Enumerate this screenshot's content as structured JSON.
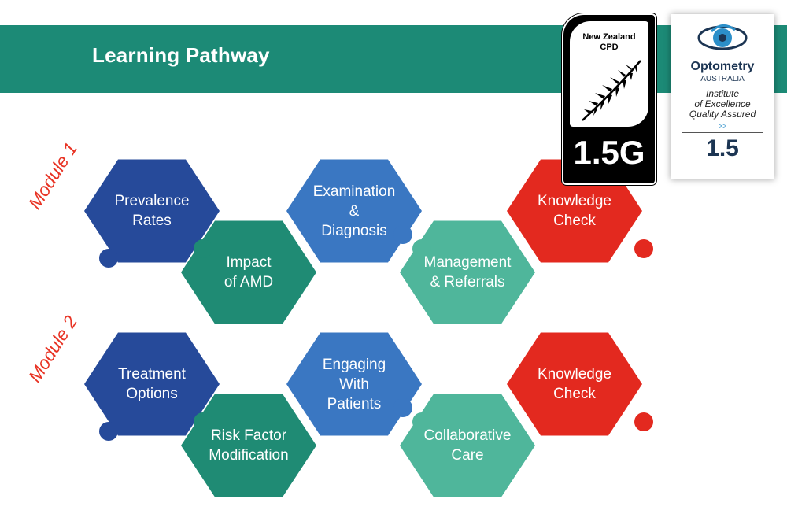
{
  "header": {
    "title": "Learning Pathway"
  },
  "colors": {
    "header_band": "#1c8a76",
    "navy": "#264a9a",
    "teal": "#1f8b74",
    "blue": "#3a77c2",
    "mint": "#4fb69b",
    "red": "#e3291f",
    "module_label": "#e83324"
  },
  "modules": [
    {
      "label": "Module 1",
      "steps": [
        {
          "label": "Prevalence\nRates",
          "color": "navy"
        },
        {
          "label": "Impact\nof AMD",
          "color": "teal"
        },
        {
          "label": "Examination\n&\nDiagnosis",
          "color": "blue"
        },
        {
          "label": "Management\n& Referrals",
          "color": "mint"
        },
        {
          "label": "Knowledge\nCheck",
          "color": "red"
        }
      ]
    },
    {
      "label": "Module 2",
      "steps": [
        {
          "label": "Treatment\nOptions",
          "color": "navy"
        },
        {
          "label": "Risk Factor\nModification",
          "color": "teal"
        },
        {
          "label": "Engaging\nWith\nPatients",
          "color": "blue"
        },
        {
          "label": "Collaborative\nCare",
          "color": "mint"
        },
        {
          "label": "Knowledge\nCheck",
          "color": "red"
        }
      ]
    }
  ],
  "badges": {
    "nz": {
      "title": "New Zealand\nCPD",
      "value": "1.5G",
      "icon": "fern-icon"
    },
    "optometry": {
      "name": "Optometry",
      "sub": "AUSTRALIA",
      "text": "Institute\nof Excellence\nQuality Assured",
      "arrows": ">>",
      "value": "1.5",
      "icon": "eye-logo-icon"
    }
  }
}
